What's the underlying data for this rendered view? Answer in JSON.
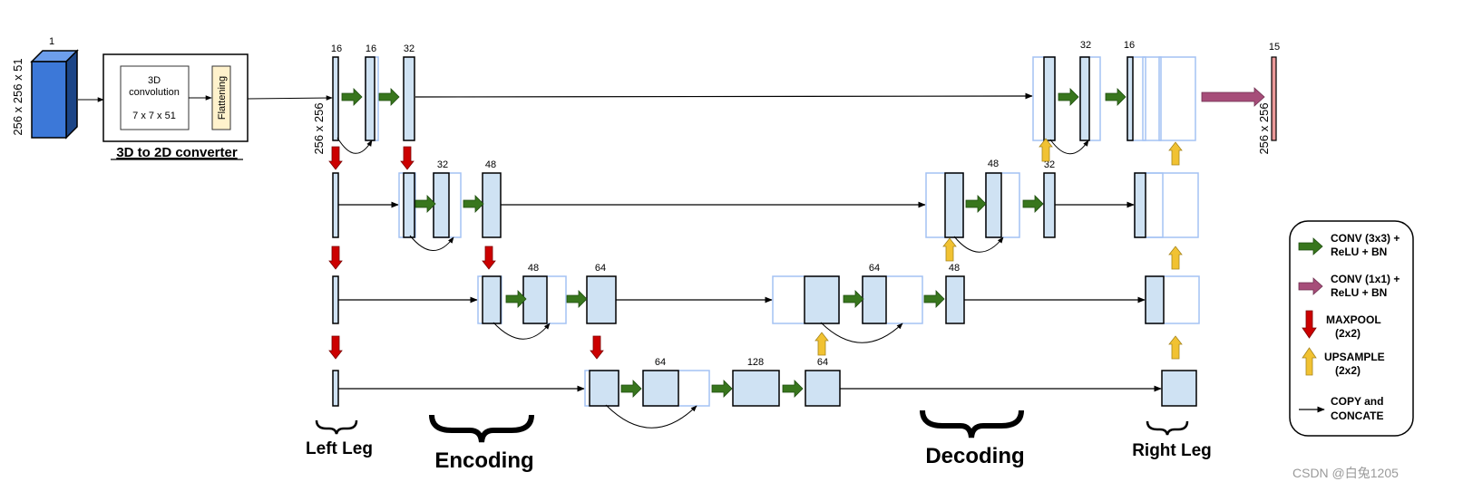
{
  "input": {
    "channels": "1",
    "size": "256 x 256 x 51"
  },
  "converter": {
    "conv_title_line1": "3D",
    "conv_title_line2": "convolution",
    "conv_kernel": "7 x 7 x 51",
    "flatten": "Flattening",
    "caption": "3D to 2D converter"
  },
  "grid_size_left": "256 x 256",
  "grid_size_right": "256 x 256",
  "output_channels": "15",
  "channel_labels": {
    "enc_l1_a": "16",
    "enc_l1_b": "32",
    "enc_l2_a": "32",
    "enc_l2_b": "48",
    "enc_l3_a": "48",
    "enc_l3_b": "64",
    "bottom_a": "64",
    "bottom_b": "128",
    "bottom_c": "64",
    "dec_l3_a": "64",
    "dec_l3_b": "48",
    "dec_l2_a": "48",
    "dec_l2_b": "32",
    "dec_l1_a": "32",
    "dec_l1_b": "16",
    "input_level": "16"
  },
  "sections": {
    "left_leg": "Left Leg",
    "encoding": "Encoding",
    "decoding": "Decoding",
    "right_leg": "Right Leg"
  },
  "legend": {
    "conv3": [
      "CONV (3x3) +",
      "ReLU + BN"
    ],
    "conv1": [
      "CONV (1x1) +",
      "ReLU + BN"
    ],
    "maxpool": [
      "MAXPOOL",
      "(2x2)"
    ],
    "upsample": [
      "UPSAMPLE",
      "(2x2)"
    ],
    "copy": [
      "COPY and",
      "CONCATE"
    ]
  },
  "watermark": "CSDN @白兔1205",
  "colors": {
    "block_fill": "#cfe2f3",
    "block_stroke": "#000000",
    "copy_outline": "#a4c2f4",
    "input_cube": "#3c78d8",
    "flatten_fill": "#fff2cc",
    "conv3_arrow": "#38761d",
    "conv1_arrow": "#a64d79",
    "maxpool_arrow": "#cc0000",
    "upsample_arrow": "#f1c232",
    "output_block": "#ea9999"
  }
}
